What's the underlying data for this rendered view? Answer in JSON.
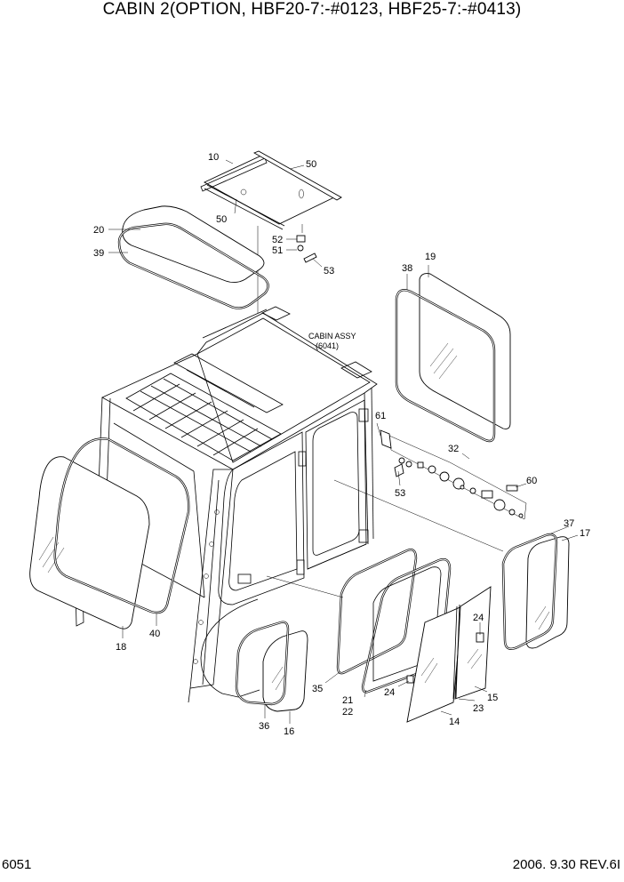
{
  "title": "CABIN 2(OPTION, HBF20-7:-#0123, HBF25-7:-#0413)",
  "footer": {
    "page_code": "6051",
    "date_rev": "2006. 9.30  REV.6I"
  },
  "assembly_label": {
    "line1": "CABIN ASSY",
    "line2": "(6041)"
  },
  "part_labels": [
    {
      "id": "p10",
      "text": "10"
    },
    {
      "id": "p50a",
      "text": "50"
    },
    {
      "id": "p50b",
      "text": "50"
    },
    {
      "id": "p20",
      "text": "20"
    },
    {
      "id": "p39",
      "text": "39"
    },
    {
      "id": "p52",
      "text": "52"
    },
    {
      "id": "p51",
      "text": "51"
    },
    {
      "id": "p53a",
      "text": "53"
    },
    {
      "id": "p38",
      "text": "38"
    },
    {
      "id": "p19",
      "text": "19"
    },
    {
      "id": "p61",
      "text": "61"
    },
    {
      "id": "p32",
      "text": "32"
    },
    {
      "id": "p60",
      "text": "60"
    },
    {
      "id": "p53b",
      "text": "53"
    },
    {
      "id": "p37",
      "text": "37"
    },
    {
      "id": "p17",
      "text": "17"
    },
    {
      "id": "p24a",
      "text": "24"
    },
    {
      "id": "p18",
      "text": "18"
    },
    {
      "id": "p40",
      "text": "40"
    },
    {
      "id": "p35",
      "text": "35"
    },
    {
      "id": "p21",
      "text": "21"
    },
    {
      "id": "p22",
      "text": "22"
    },
    {
      "id": "p24b",
      "text": "24"
    },
    {
      "id": "p23",
      "text": "23"
    },
    {
      "id": "p15",
      "text": "15"
    },
    {
      "id": "p14",
      "text": "14"
    },
    {
      "id": "p36",
      "text": "36"
    },
    {
      "id": "p16",
      "text": "16"
    }
  ]
}
